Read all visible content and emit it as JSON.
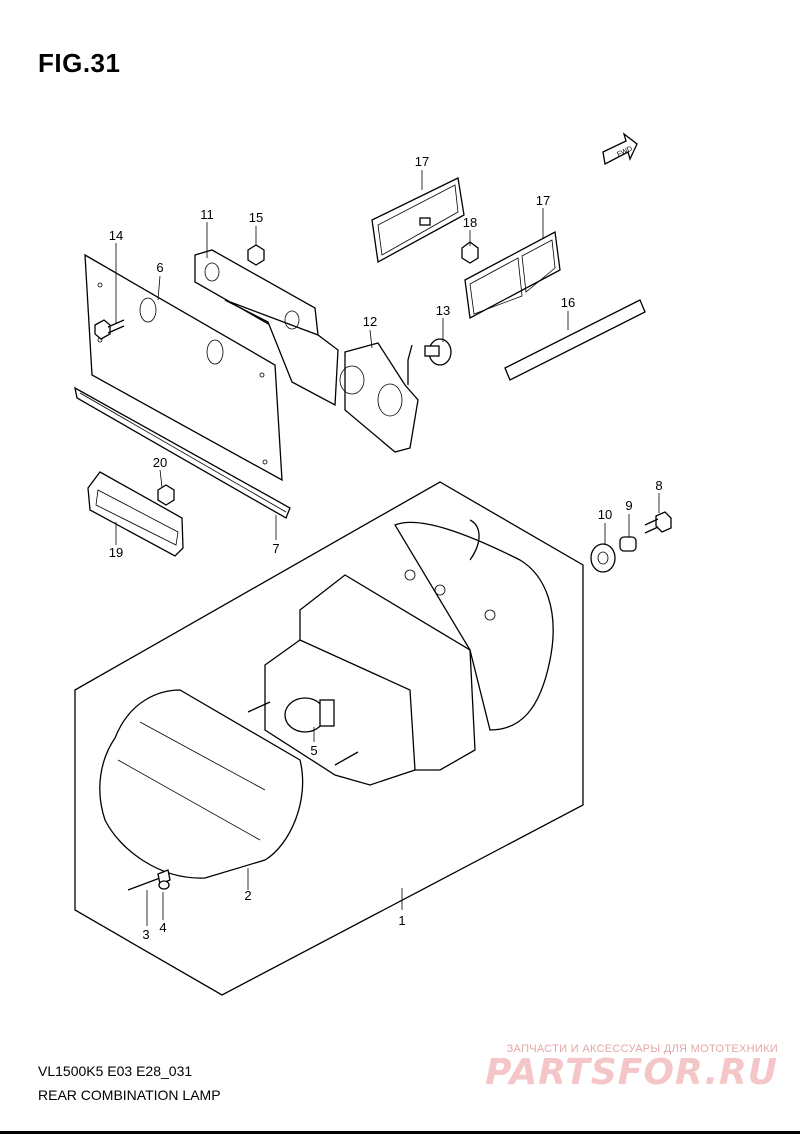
{
  "figure": {
    "title": "FIG.31"
  },
  "footer": {
    "model_code": "VL1500K5 E03 E28_031",
    "diagram_name": "REAR COMBINATION LAMP"
  },
  "watermark": {
    "tagline": "ЗАПЧАСТИ И АКСЕССУАРЫ ДЛЯ МОТОТЕХНИКИ",
    "logo": "PARTSFOR.RU",
    "color": "#f4c6c8"
  },
  "fwd_arrow": {
    "label": "FWD"
  },
  "callouts": [
    {
      "id": "c1",
      "label": "1"
    },
    {
      "id": "c2",
      "label": "2"
    },
    {
      "id": "c3",
      "label": "3"
    },
    {
      "id": "c4",
      "label": "4"
    },
    {
      "id": "c5",
      "label": "5"
    },
    {
      "id": "c6",
      "label": "6"
    },
    {
      "id": "c7",
      "label": "7"
    },
    {
      "id": "c8",
      "label": "8"
    },
    {
      "id": "c9",
      "label": "9"
    },
    {
      "id": "c10",
      "label": "10"
    },
    {
      "id": "c11",
      "label": "11"
    },
    {
      "id": "c12",
      "label": "12"
    },
    {
      "id": "c13",
      "label": "13"
    },
    {
      "id": "c14",
      "label": "14"
    },
    {
      "id": "c15",
      "label": "15"
    },
    {
      "id": "c16",
      "label": "16"
    },
    {
      "id": "c17a",
      "label": "17"
    },
    {
      "id": "c17b",
      "label": "17"
    },
    {
      "id": "c18",
      "label": "18"
    },
    {
      "id": "c19",
      "label": "19"
    },
    {
      "id": "c20",
      "label": "20"
    }
  ]
}
